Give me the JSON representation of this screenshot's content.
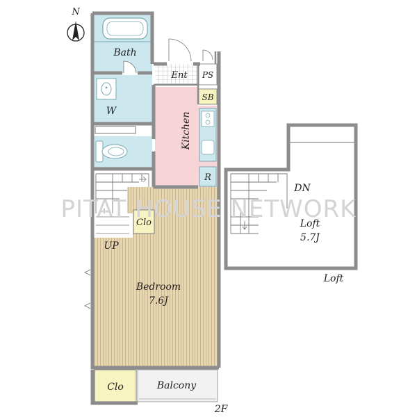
{
  "compass": {
    "label": "N"
  },
  "watermark": "PITAT HOUSE NETWORK",
  "rooms": {
    "bath": "Bath",
    "ent": "Ent",
    "ps": "PS",
    "sb": "SB",
    "w": "W",
    "kitchen": "Kitchen",
    "r": "R",
    "clo_upper": "Clo",
    "up": "UP",
    "bedroom": "Bedroom",
    "bedroom_size": "7.6J",
    "clo_lower": "Clo",
    "balcony": "Balcony",
    "dn": "DN",
    "loft": "Loft",
    "loft_size": "5.7J"
  },
  "floor_labels": {
    "second": "2F",
    "loft": "Loft"
  },
  "colors": {
    "wet_area": "#cce8ee",
    "kitchen": "#f7d4d8",
    "bedroom": "#e2d3b0",
    "closet": "#f8f4c2",
    "wall": "#8c8c8c",
    "balcony": "#f2f2f2"
  }
}
